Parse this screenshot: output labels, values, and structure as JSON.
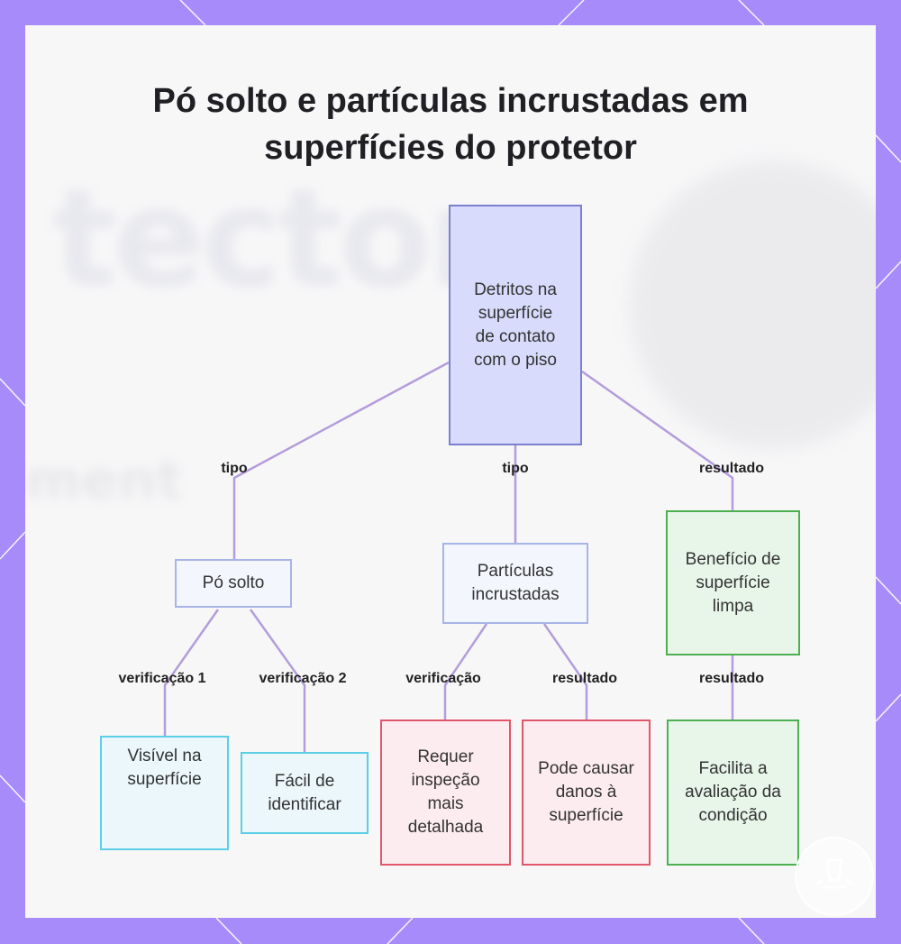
{
  "title": "Pó solto e partículas incrustadas em superfícies do protetor",
  "colors": {
    "frame": "#a78bfa",
    "edge": "#b39ddb",
    "panel": "#f7f7f8"
  },
  "nodes": {
    "root": "Detritos na superfície de contato com o piso",
    "loose": "Pó solto",
    "embedded": "Partículas incrustadas",
    "benefit": "Benefício de superfície limpa",
    "visible": "Visível na superfície",
    "easy": "Fácil de identificar",
    "inspect": "Requer inspeção mais detalhada",
    "damage": "Pode causar danos à superfície",
    "assess": "Facilita a avaliação da condição"
  },
  "edges": {
    "tipo1": "tipo",
    "tipo2": "tipo",
    "resultado1": "resultado",
    "verif1": "verificação 1",
    "verif2": "verificação 2",
    "verif": "verificação",
    "resultado2": "resultado",
    "resultado3": "resultado"
  },
  "background_text": "tector",
  "background_text2": "ment"
}
